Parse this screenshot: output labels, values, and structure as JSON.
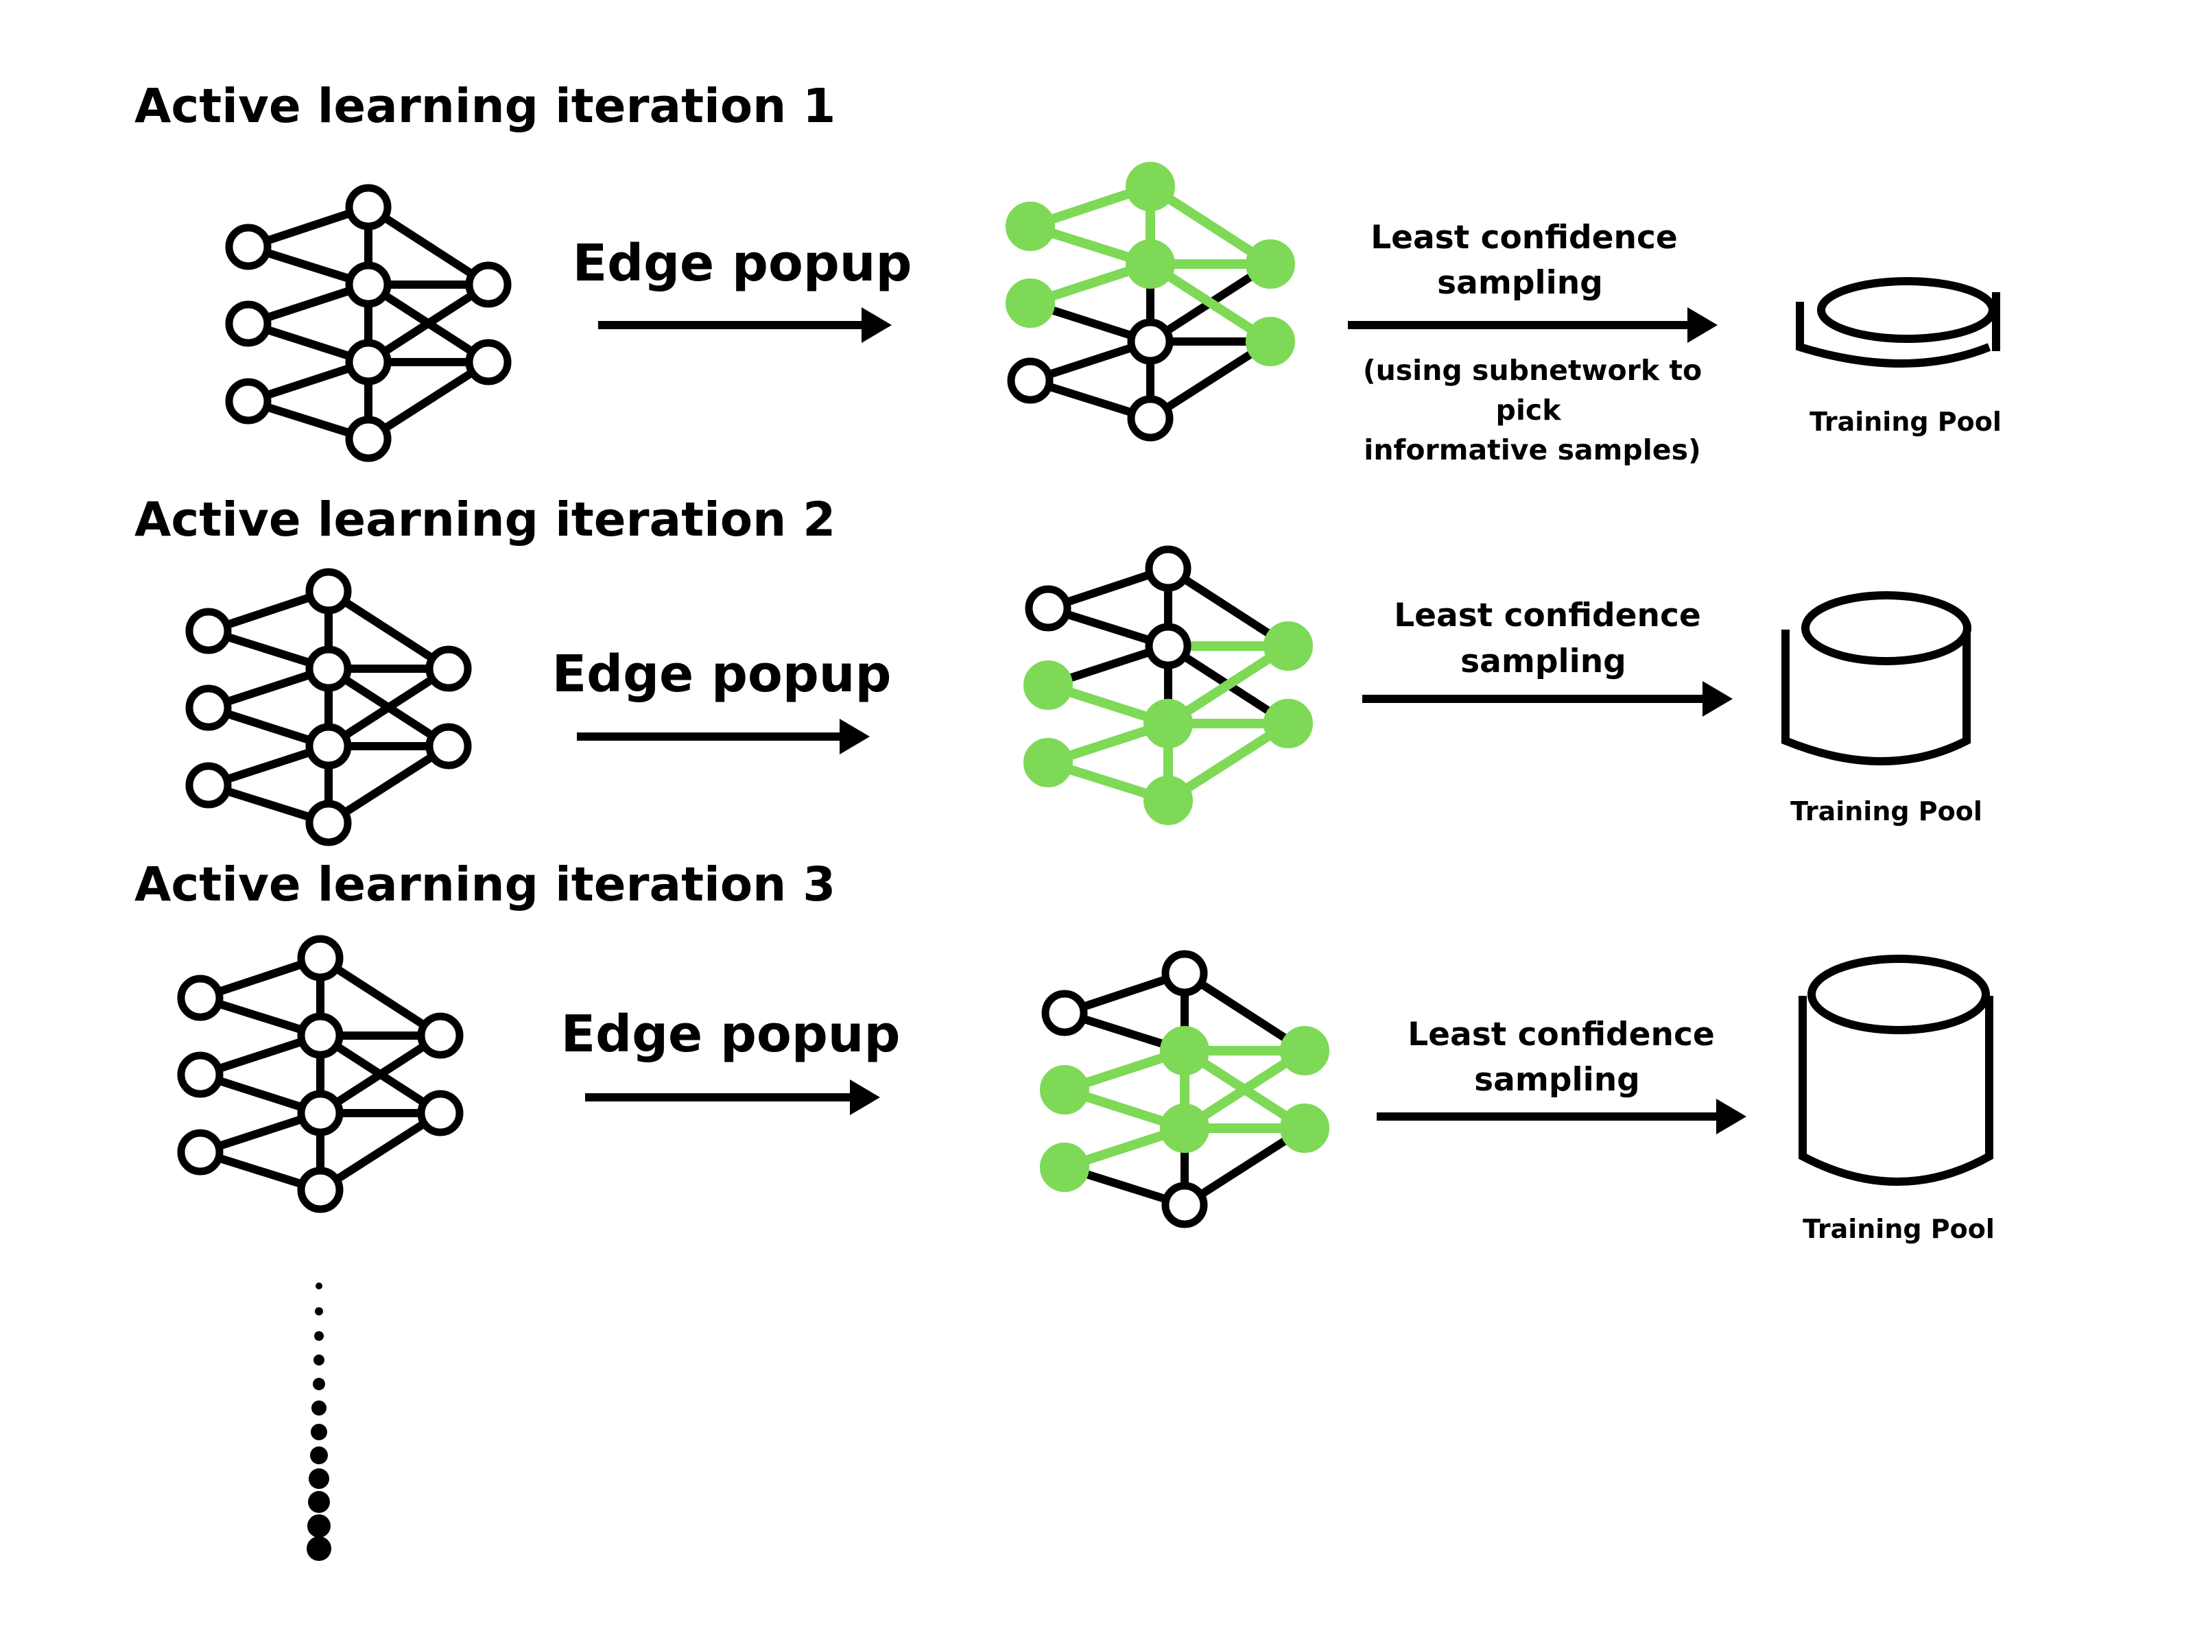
{
  "iterations": [
    {
      "title": "Active learning iteration 1",
      "edge_label": "Edge popup",
      "sampling_label": [
        "Least confidence",
        "sampling"
      ],
      "sampling_note": [
        "(using subnetwork to",
        "pick",
        "informative samples)"
      ],
      "pool_label": "Training Pool",
      "subnetwork": {
        "green_nodes": [
          0,
          1,
          3,
          4,
          7,
          8
        ],
        "green_edges": [
          [
            0,
            3
          ],
          [
            0,
            4
          ],
          [
            1,
            4
          ],
          [
            3,
            4
          ],
          [
            3,
            7
          ],
          [
            4,
            7
          ],
          [
            4,
            8
          ]
        ]
      }
    },
    {
      "title": "Active learning iteration 2",
      "edge_label": "Edge popup",
      "sampling_label": [
        "Least confidence",
        "sampling"
      ],
      "pool_label": "Training Pool",
      "subnetwork": {
        "green_nodes": [
          1,
          2,
          5,
          6,
          7,
          8
        ],
        "green_edges": [
          [
            1,
            5
          ],
          [
            2,
            5
          ],
          [
            2,
            6
          ],
          [
            4,
            7
          ],
          [
            5,
            6
          ],
          [
            5,
            7
          ],
          [
            5,
            8
          ],
          [
            6,
            8
          ]
        ]
      }
    },
    {
      "title": "Active learning iteration 3",
      "edge_label": "Edge popup",
      "sampling_label": [
        "Least confidence",
        "sampling"
      ],
      "pool_label": "Training Pool",
      "subnetwork": {
        "green_nodes": [
          1,
          2,
          4,
          5,
          7,
          8
        ],
        "green_edges": [
          [
            1,
            4
          ],
          [
            1,
            5
          ],
          [
            2,
            5
          ],
          [
            4,
            5
          ],
          [
            4,
            7
          ],
          [
            4,
            8
          ],
          [
            5,
            7
          ],
          [
            5,
            8
          ]
        ]
      }
    }
  ],
  "colors": {
    "green": "#7ed957",
    "ink": "#000000",
    "background": "#ffffff"
  }
}
